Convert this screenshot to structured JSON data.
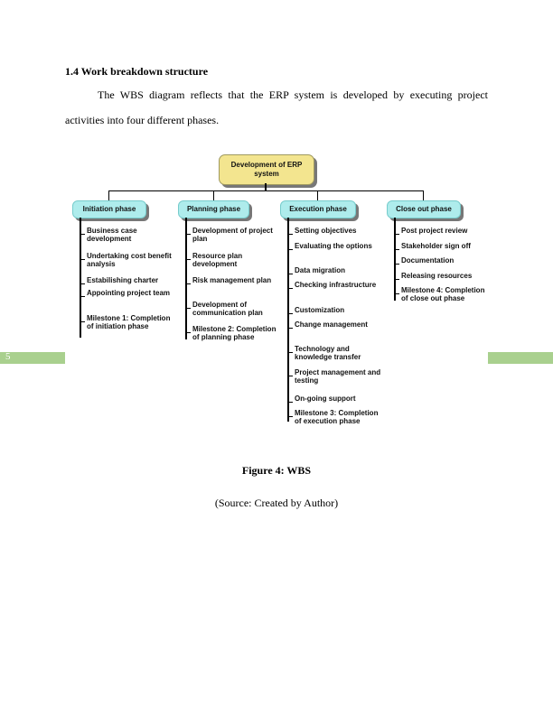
{
  "section_heading": "1.4 Work breakdown structure",
  "paragraph": "The WBS diagram reflects that the ERP system is developed by executing project activities into four different phases.",
  "page_number": "5",
  "wbs": {
    "root": "Development of ERP system",
    "phases": [
      {
        "label": "Initiation phase",
        "items": [
          "Business case development",
          "Undertaking cost benefit analysis",
          "Estabilishing charter",
          "Appointing project team",
          "Milestone 1: Completion of initiation phase"
        ]
      },
      {
        "label": "Planning phase",
        "items": [
          "Development of project plan",
          "Resource plan development",
          "Risk management plan",
          "Development of communication plan",
          "Milestone 2: Completion of planning phase"
        ]
      },
      {
        "label": "Execution phase",
        "items": [
          "Setting objectives",
          "Evaluating the options",
          "Data migration",
          "Checking infrastructure",
          "Customization",
          "Change management",
          "Technology and knowledge transfer",
          "Project management and testing",
          "On-going support",
          "Milestone 3: Completion of execution phase"
        ]
      },
      {
        "label": "Close out phase",
        "items": [
          "Post project review",
          "Stakeholder sign off",
          "Documentation",
          "Releasing resources",
          "Milestone 4: Completion of close out phase"
        ]
      }
    ]
  },
  "figure_caption": "Figure 4: WBS",
  "source": "(Source: Created by Author)"
}
